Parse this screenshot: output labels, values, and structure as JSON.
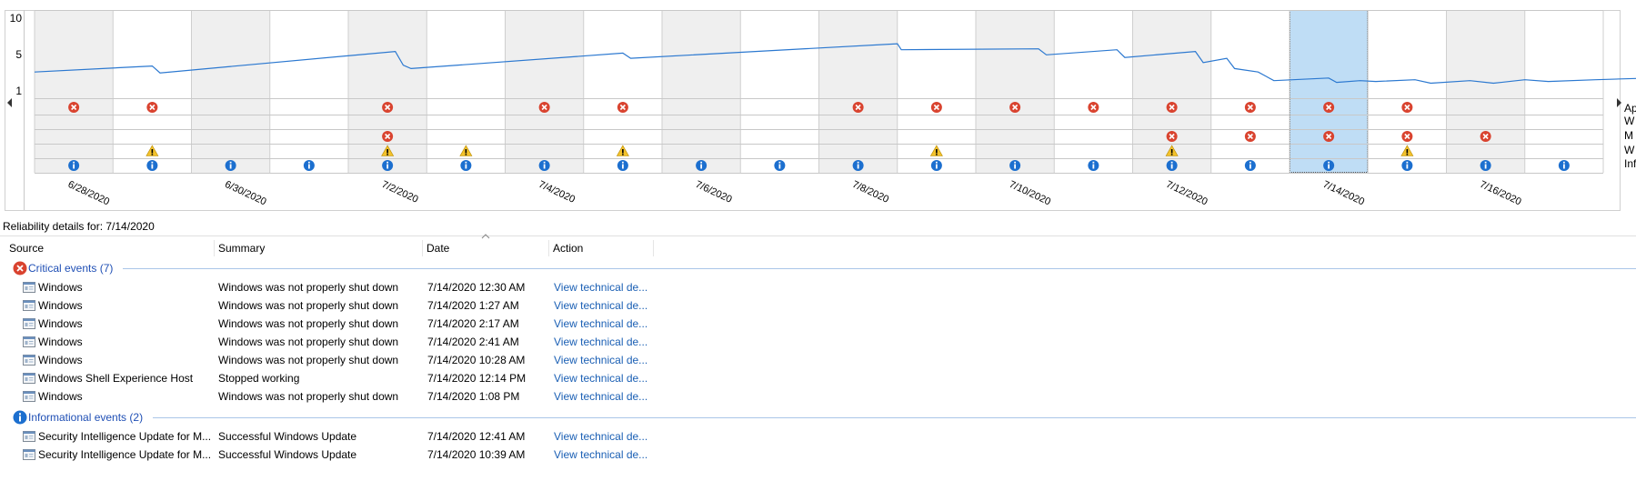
{
  "chart": {
    "y_ticks": [
      "10",
      "5",
      "1"
    ],
    "date_labels": [
      "6/28/2020",
      "6/30/2020",
      "7/2/2020",
      "7/4/2020",
      "7/6/2020",
      "7/8/2020",
      "7/10/2020",
      "7/12/2020",
      "7/14/2020",
      "7/16/2020"
    ],
    "left_scroll_icon": "triangle-left-icon",
    "right_scroll_icon": "triangle-right-icon",
    "legend_fragments": [
      "Ap",
      "W",
      "M",
      "W",
      "Inf"
    ],
    "selected_column": 16,
    "total_columns": 20,
    "weekend_columns": [
      0,
      2,
      4,
      6,
      8,
      10,
      12,
      14,
      16,
      18
    ],
    "stability_line": [
      [
        0,
        3.2
      ],
      [
        1.5,
        3.9
      ],
      [
        1.6,
        3.1
      ],
      [
        4.6,
        5.6
      ],
      [
        4.7,
        4.0
      ],
      [
        4.8,
        3.6
      ],
      [
        7.5,
        5.4
      ],
      [
        7.6,
        4.8
      ],
      [
        11.0,
        6.5
      ],
      [
        11.05,
        5.8
      ],
      [
        12.8,
        5.9
      ],
      [
        12.9,
        5.2
      ],
      [
        13.8,
        5.8
      ],
      [
        13.9,
        4.9
      ],
      [
        14.8,
        5.6
      ],
      [
        14.9,
        4.3
      ],
      [
        15.2,
        4.8
      ],
      [
        15.3,
        3.6
      ],
      [
        15.6,
        3.2
      ],
      [
        15.7,
        2.7
      ],
      [
        15.8,
        2.2
      ],
      [
        16.5,
        2.5
      ],
      [
        16.6,
        2.0
      ],
      [
        16.9,
        2.2
      ],
      [
        17.1,
        2.1
      ],
      [
        17.6,
        2.3
      ],
      [
        17.8,
        1.9
      ],
      [
        18.3,
        2.2
      ],
      [
        18.6,
        1.9
      ],
      [
        19.0,
        2.3
      ],
      [
        19.3,
        2.1
      ],
      [
        19.9,
        2.3
      ],
      [
        20.6,
        2.5
      ],
      [
        21,
        2.4
      ]
    ],
    "event_markers": {
      "app_failures": [
        1,
        2,
        5,
        7,
        8,
        11,
        12,
        13,
        14,
        15,
        16,
        17,
        18
      ],
      "windows_failures": [],
      "misc_failures": [
        5,
        15,
        16,
        17,
        18,
        19
      ],
      "warnings": [
        2,
        5,
        6,
        8,
        12,
        15,
        18
      ],
      "information": [
        1,
        2,
        3,
        4,
        5,
        6,
        7,
        8,
        9,
        10,
        11,
        12,
        13,
        14,
        15,
        16,
        17,
        18,
        19,
        20
      ]
    }
  },
  "details": {
    "heading": "Reliability details for: 7/14/2020",
    "columns": {
      "source": "Source",
      "summary": "Summary",
      "date": "Date",
      "action": "Action"
    },
    "critical_group": {
      "label": "Critical events (7)",
      "icon": "error-icon",
      "rows": [
        {
          "source": "Windows",
          "summary": "Windows was not properly shut down",
          "date": "7/14/2020 12:30 AM",
          "action": "View technical de..."
        },
        {
          "source": "Windows",
          "summary": "Windows was not properly shut down",
          "date": "7/14/2020 1:27 AM",
          "action": "View technical de..."
        },
        {
          "source": "Windows",
          "summary": "Windows was not properly shut down",
          "date": "7/14/2020 2:17 AM",
          "action": "View technical de..."
        },
        {
          "source": "Windows",
          "summary": "Windows was not properly shut down",
          "date": "7/14/2020 2:41 AM",
          "action": "View technical de..."
        },
        {
          "source": "Windows",
          "summary": "Windows was not properly shut down",
          "date": "7/14/2020 10:28 AM",
          "action": "View technical de..."
        },
        {
          "source": "Windows Shell Experience Host",
          "summary": "Stopped working",
          "date": "7/14/2020 12:14 PM",
          "action": "View technical de..."
        },
        {
          "source": "Windows",
          "summary": "Windows was not properly shut down",
          "date": "7/14/2020 1:08 PM",
          "action": "View technical de..."
        }
      ]
    },
    "info_group": {
      "label": "Informational events (2)",
      "icon": "info-icon",
      "rows": [
        {
          "source": "Security Intelligence Update for M...",
          "summary": "Successful Windows Update",
          "date": "7/14/2020 12:41 AM",
          "action": "View technical de..."
        },
        {
          "source": "Security Intelligence Update for M...",
          "summary": "Successful Windows Update",
          "date": "7/14/2020 10:39 AM",
          "action": "View technical de..."
        }
      ]
    }
  },
  "colors": {
    "line": "#2b78d0",
    "weekend": "#efefef",
    "selected": "#bfddf5",
    "error": "#d9432f",
    "warning": "#f3c22b",
    "info": "#1c6fcf",
    "link": "#1a5fb4"
  }
}
